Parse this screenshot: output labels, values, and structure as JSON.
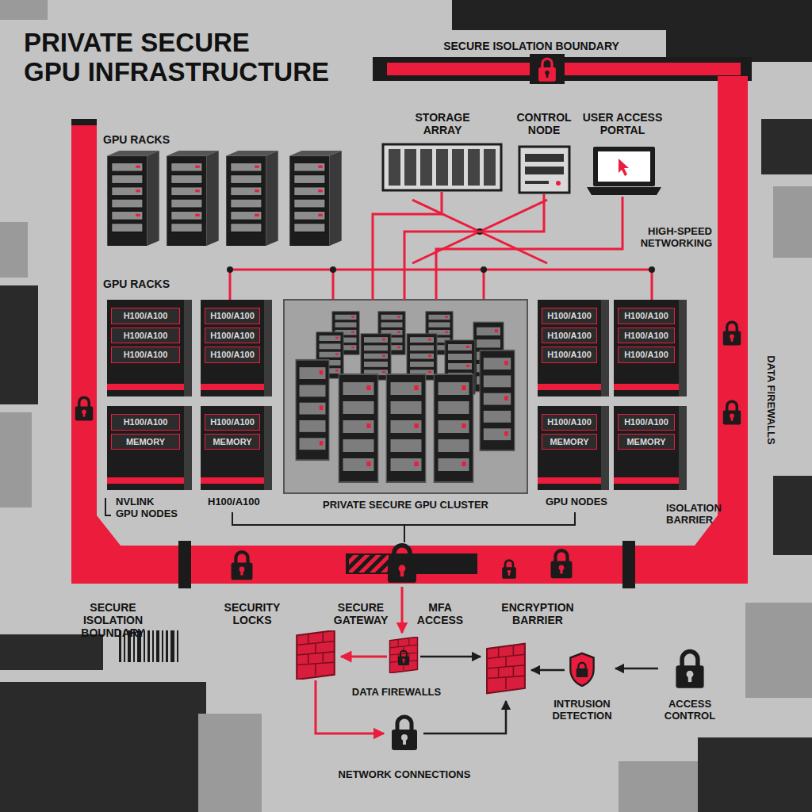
{
  "diagram": {
    "title": "PRIVATE SECURE GPU INFRASTRUCTURE",
    "nodes": [
      {
        "text": [
          "STORAGE ARRAY"
        ]
      },
      {
        "text": [
          "CONTROL NODE"
        ]
      },
      {
        "text": [
          "USER ACCESS PORTAL"
        ]
      },
      {
        "text": [
          "H100/A100",
          "H100/A100",
          "H100/A100"
        ]
      },
      {
        "text": [
          "H100/A100",
          "H100/A100",
          "H100/A100"
        ]
      },
      {
        "text": [
          "PRIVATE SECURE GPU CLUSTER"
        ]
      },
      {
        "text": [
          "H100/A100",
          "H100/A100",
          "H100/A100"
        ]
      },
      {
        "text": [
          "H100/A100",
          "H100/A100",
          "H100/A100"
        ]
      },
      {
        "text": [
          "H100/A100",
          "MEMORY"
        ]
      },
      {
        "text": [
          "H100/A100",
          "MEMORY"
        ]
      },
      {
        "text": [
          "H100/A100",
          "MEMORY"
        ]
      },
      {
        "text": [
          "H100/A100",
          "MEMORY"
        ]
      },
      {
        "text": [
          "DATA FIREWALLS"
        ]
      },
      {
        "text": [
          "INTRUSION DETECTION"
        ]
      },
      {
        "text": [
          "ACCESS CONTROL"
        ]
      },
      {
        "text": [
          "NETWORK CONNECTIONS"
        ]
      }
    ],
    "edges": [
      {
        "from": 0,
        "to": 5,
        "arrow": "none"
      },
      {
        "from": 1,
        "to": 5,
        "arrow": "none"
      },
      {
        "from": 2,
        "to": 5,
        "arrow": "none"
      },
      {
        "from": 14,
        "to": 13,
        "arrow": "to"
      }
    ],
    "labels": [
      "SECURE ISOLATION BOUNDARY",
      "GPU RACKS",
      "HIGH-SPEED NETWORKING",
      "GPU RACKS",
      "DATA FIREWALLS",
      "NVLINK GPU NODES",
      "H100/A100",
      "GPU NODES",
      "ISOLATION BARRIER",
      "SECURE ISOLATION BOUNDARY",
      "SECURITY LOCKS",
      "SECURE GATEWAY",
      "MFA ACCESS",
      "ENCRYPTION BARRIER"
    ]
  }
}
